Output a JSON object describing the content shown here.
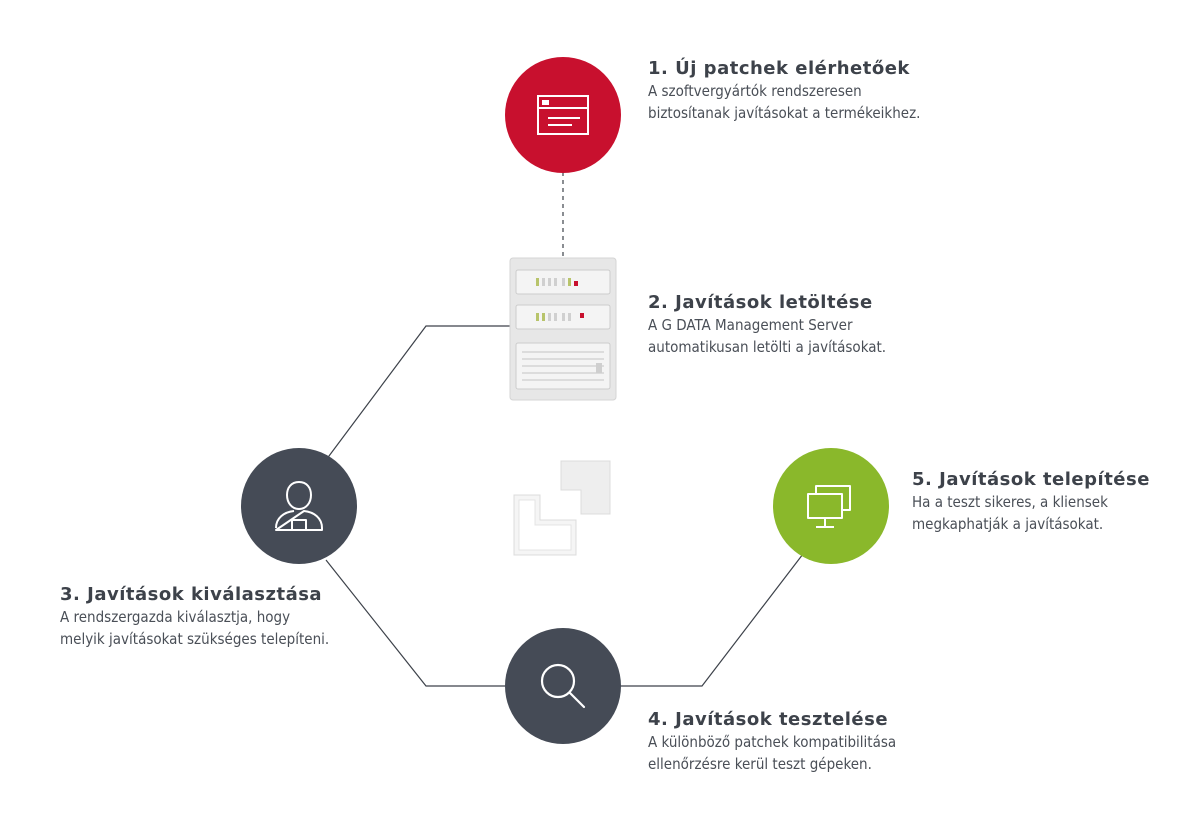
{
  "steps": [
    {
      "title": "1. Új patchek elérhetőek",
      "desc": [
        "A szoftvergyártók rendszeresen",
        "biztosítanak javításokat a termékeikhez."
      ],
      "icon": "browser-window-icon",
      "color": "#c8102e"
    },
    {
      "title": "2. Javítások letöltése",
      "desc": [
        "A G DATA Management Server",
        "automatikusan letölti a javításokat."
      ],
      "icon": "server-icon",
      "color": "#e9e9e9"
    },
    {
      "title": "3. Javítások kiválasztása",
      "desc": [
        "A rendszergazda kiválasztja, hogy",
        "melyik javításokat szükséges telepíteni."
      ],
      "icon": "administrator-icon",
      "color": "#454b56"
    },
    {
      "title": "4. Javítások tesztelése",
      "desc": [
        "A különböző patchek kompatibilitása",
        "ellenőrzésre kerül teszt gépeken."
      ],
      "icon": "magnifier-icon",
      "color": "#454b56"
    },
    {
      "title": "5. Javítások telepítése",
      "desc": [
        "Ha a teszt sikeres, a kliensek",
        "megkaphatják a javításokat."
      ],
      "icon": "monitors-icon",
      "color": "#8ab82b"
    }
  ],
  "logo": "gdata-logo-mark"
}
